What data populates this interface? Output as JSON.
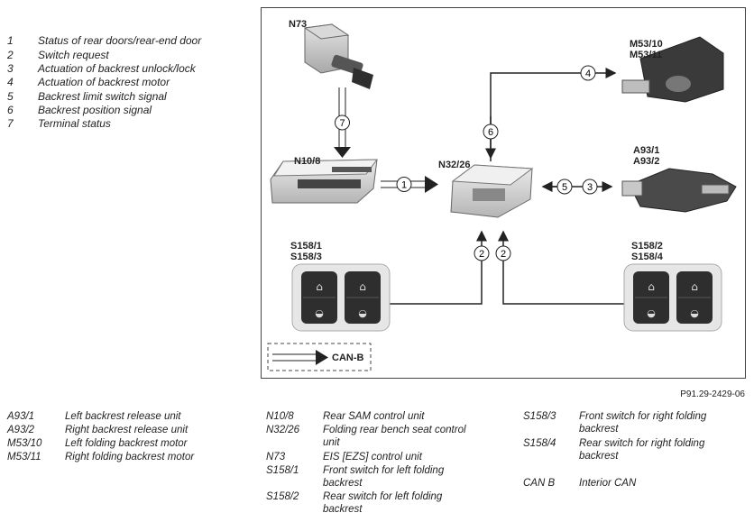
{
  "legend": [
    {
      "num": "1",
      "text": "Status of rear doors/rear-end door"
    },
    {
      "num": "2",
      "text": "Switch request"
    },
    {
      "num": "3",
      "text": "Actuation of backrest unlock/lock"
    },
    {
      "num": "4",
      "text": "Actuation of backrest motor"
    },
    {
      "num": "5",
      "text": "Backrest limit switch signal"
    },
    {
      "num": "6",
      "text": "Backrest position signal"
    },
    {
      "num": "7",
      "text": "Terminal status"
    }
  ],
  "diagram": {
    "labels": {
      "n73": "N73",
      "m53_10": "M53/10",
      "m53_11": "M53/11",
      "n10_8": "N10/8",
      "n32_26": "N32/26",
      "a93_1": "A93/1",
      "a93_2": "A93/2",
      "s158_1": "S158/1",
      "s158_3": "S158/3",
      "s158_2": "S158/2",
      "s158_4": "S158/4",
      "can_b": "CAN-B"
    },
    "markers": {
      "m7": "7",
      "m1": "1",
      "m4": "4",
      "m6": "6",
      "m5": "5",
      "m3": "3",
      "m2a": "2",
      "m2b": "2"
    }
  },
  "figure_ref": "P91.29-2429-06",
  "key": {
    "col1": [
      {
        "code": "A93/1",
        "desc": "Left backrest release unit"
      },
      {
        "code": "A93/2",
        "desc": "Right backrest release unit"
      },
      {
        "code": "M53/10",
        "desc": "Left folding backrest motor"
      },
      {
        "code": "M53/11",
        "desc": "Right folding backrest motor"
      }
    ],
    "col2": [
      {
        "code": "N10/8",
        "desc": "Rear SAM control unit"
      },
      {
        "code": "N32/26",
        "desc": "Folding rear bench seat control unit"
      },
      {
        "code": "N73",
        "desc": "EIS [EZS] control unit"
      },
      {
        "code": "S158/1",
        "desc": "Front switch for left folding backrest"
      },
      {
        "code": "S158/2",
        "desc": "Rear switch for left folding backrest"
      }
    ],
    "col3": [
      {
        "code": "S158/3",
        "desc": "Front switch for right folding backrest"
      },
      {
        "code": "S158/4",
        "desc": "Rear switch for right folding backrest"
      },
      {
        "code": "CAN B",
        "desc": "Interior CAN"
      }
    ]
  }
}
